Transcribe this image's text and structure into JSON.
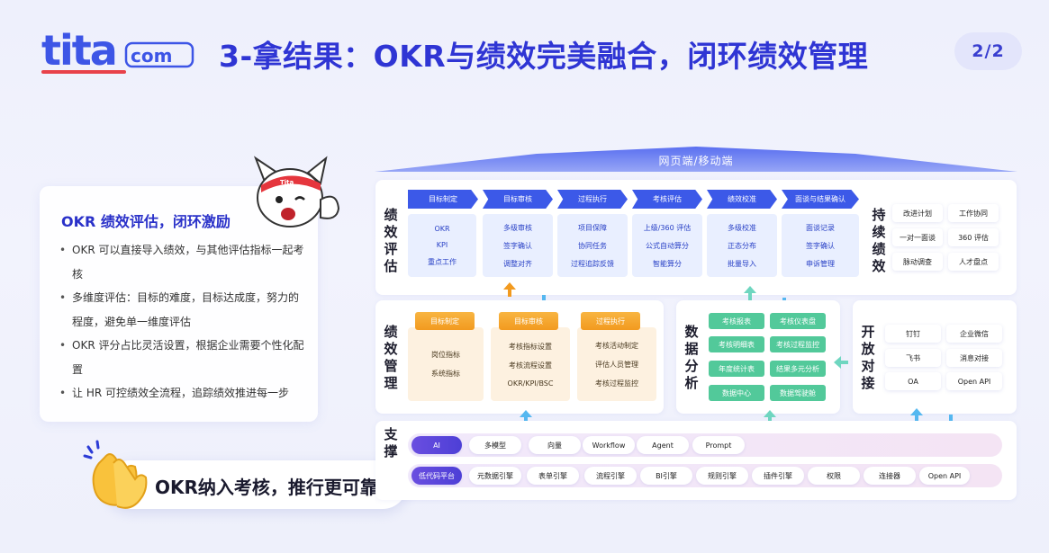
{
  "header": {
    "logo_text": "tita.com",
    "title": "3-拿结果：OKR与绩效完美融合，闭环绩效管理",
    "page_indicator": "2/2"
  },
  "card": {
    "title": "OKR 绩效评估，闭环激励",
    "bullets": [
      "OKR 可以直接导入绩效，与其他评估指标一起考核",
      "多维度评估：目标的难度，目标达成度，努力的程度，避免单一维度评估",
      "OKR 评分占比灵活设置，根据企业需要个性化配置",
      "让 HR 可控绩效全流程，追踪绩效推进每一步"
    ]
  },
  "mascot": {
    "label": "Tita"
  },
  "callout": {
    "text": "OKR纳入考核，推行更可靠"
  },
  "diagram": {
    "roof_label": "网页端/移动端",
    "evaluation": {
      "title": "绩效评估",
      "steps": [
        {
          "label": "目标制定",
          "items": [
            "OKR",
            "KPI",
            "重点工作"
          ]
        },
        {
          "label": "目标审核",
          "items": [
            "多级审核",
            "签字确认",
            "调整对齐"
          ]
        },
        {
          "label": "过程执行",
          "items": [
            "项目保障",
            "协同任务",
            "过程追踪反馈"
          ]
        },
        {
          "label": "考核评估",
          "items": [
            "上级/360 评估",
            "公式自动算分",
            "智能算分"
          ]
        },
        {
          "label": "绩效校准",
          "items": [
            "多级校准",
            "正态分布",
            "批量导入"
          ]
        },
        {
          "label": "面谈与结果确认",
          "items": [
            "面谈记录",
            "签字确认",
            "申诉管理"
          ]
        }
      ]
    },
    "continuous": {
      "title": "持续绩效",
      "tags": [
        "改进计划",
        "工作协同",
        "一对一面谈",
        "360 评估",
        "脉动调查",
        "人才盘点"
      ]
    },
    "management": {
      "title": "绩效管理",
      "columns": [
        {
          "label": "目标制定",
          "items": [
            "岗位指标",
            "系统指标"
          ]
        },
        {
          "label": "目标审核",
          "items": [
            "考核指标设置",
            "考核流程设置",
            "OKR/KPI/BSC"
          ]
        },
        {
          "label": "过程执行",
          "items": [
            "考核活动制定",
            "评估人员管理",
            "考核过程监控"
          ]
        }
      ]
    },
    "analysis": {
      "title": "数据分析",
      "chips": [
        "考核报表",
        "考核仪表盘",
        "考核明细表",
        "考核过程监控",
        "年度统计表",
        "结果多元分析",
        "数据中心",
        "数据驾驶舱"
      ]
    },
    "open": {
      "title": "开放对接",
      "tags": [
        "钉钉",
        "企业微信",
        "飞书",
        "消息对接",
        "OA",
        "Open API"
      ]
    },
    "support": {
      "title": "支撑",
      "row1": [
        "AI",
        "多模型",
        "向量",
        "Workflow",
        "Agent",
        "Prompt"
      ],
      "row2": [
        "低代码平台",
        "元数据引擎",
        "表单引擎",
        "流程引擎",
        "BI引擎",
        "规则引擎",
        "插件引擎",
        "权限",
        "连接器",
        "Open API"
      ]
    }
  },
  "colors": {
    "brand": "#2f35d4",
    "step_blue": "#3c59e8",
    "orange": "#f29a1f",
    "green": "#52c99a"
  }
}
